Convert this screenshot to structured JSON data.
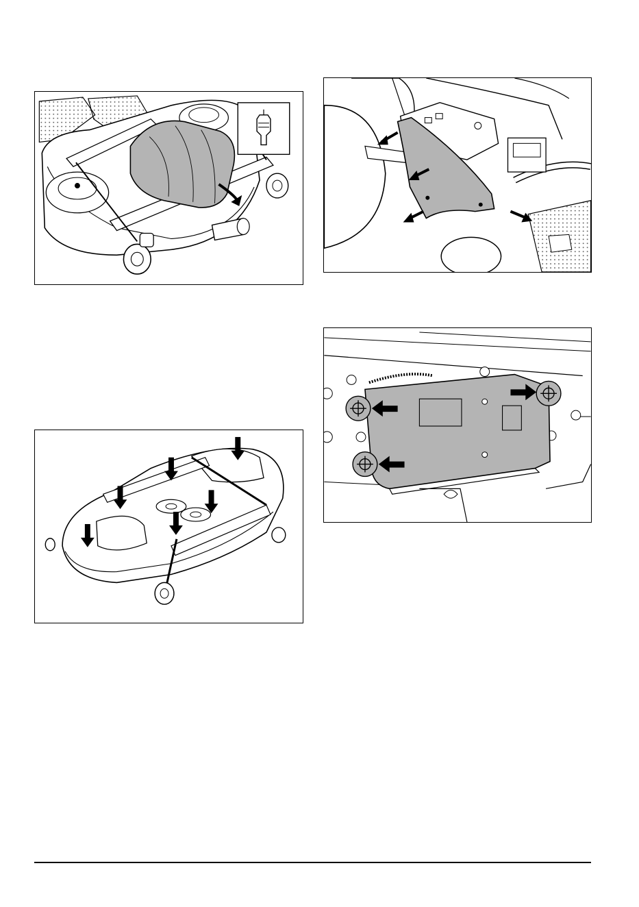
{
  "page": {
    "figures": [
      {
        "subject": "mower-deck-belt-cover-removal",
        "arrow_count": 1,
        "inset_icon": "cover-clip-icon"
      },
      {
        "subject": "side-panel-removal",
        "arrow_count": 4
      },
      {
        "subject": "mower-deck-attachment-points",
        "arrow_count": 6
      },
      {
        "subject": "control-module-screws",
        "arrow_count": 3
      }
    ],
    "colors": {
      "line": "#000000",
      "shaded_part": "#b4b4b4",
      "background": "#ffffff",
      "dots": "#444444"
    }
  }
}
